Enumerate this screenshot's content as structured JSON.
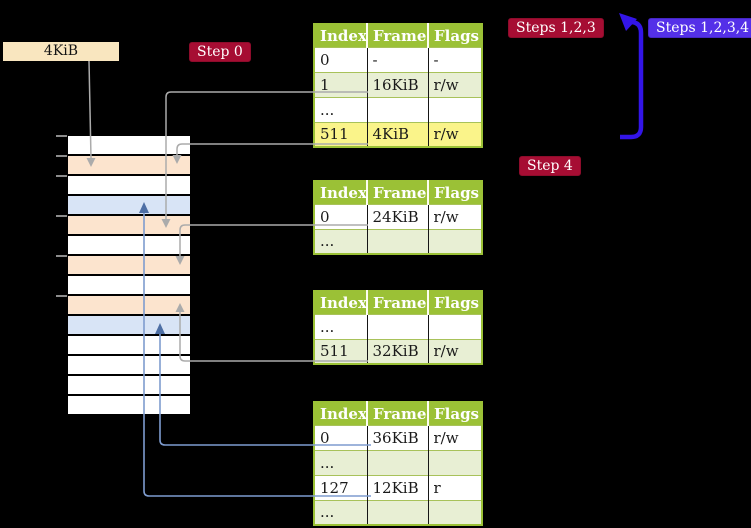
{
  "colors": {
    "background": "#000000",
    "table_header_green": "#9bc136",
    "row_green": "#e8efd4",
    "highlight_yellow": "#faf48a",
    "frame_peach": "#fce4ce",
    "frame_blue": "#d8e4f6",
    "legend_tan": "#f9e6bf",
    "step_red": "#a60d33",
    "step_blue": "#5430e8",
    "connector_gray": "#ababab",
    "connector_steel_blue": "#7e9ccf",
    "loop_arrow_blue": "#3315e8"
  },
  "legend": {
    "frame_size_label": "4KiB"
  },
  "steps": {
    "step0": "Step 0",
    "steps123": "Steps 1,2,3",
    "steps1234": "Steps 1,2,3,4",
    "step4": "Step 4"
  },
  "memory_strip": {
    "rows": [
      {
        "shade": "white"
      },
      {
        "shade": "peach"
      },
      {
        "shade": "white"
      },
      {
        "shade": "blue"
      },
      {
        "shade": "peach"
      },
      {
        "shade": "white"
      },
      {
        "shade": "peach"
      },
      {
        "shade": "white"
      },
      {
        "shade": "peach"
      },
      {
        "shade": "blue"
      },
      {
        "shade": "white"
      },
      {
        "shade": "white"
      },
      {
        "shade": "white"
      },
      {
        "shade": "white"
      }
    ]
  },
  "tables": [
    {
      "name": "page-table-1",
      "headers": [
        "Index",
        "Frame",
        "Flags"
      ],
      "rows": [
        {
          "shade": "white",
          "cells": [
            "0",
            "-",
            "-"
          ]
        },
        {
          "shade": "green",
          "cells": [
            "1",
            "16KiB",
            "r/w"
          ]
        },
        {
          "shade": "white",
          "cells": [
            "...",
            "",
            ""
          ]
        },
        {
          "shade": "yellow",
          "cells": [
            "511",
            "4KiB",
            "r/w"
          ]
        }
      ]
    },
    {
      "name": "page-table-2",
      "headers": [
        "Index",
        "Frame",
        "Flags"
      ],
      "rows": [
        {
          "shade": "white",
          "cells": [
            "0",
            "24KiB",
            "r/w"
          ]
        },
        {
          "shade": "green",
          "cells": [
            "...",
            "",
            ""
          ]
        }
      ]
    },
    {
      "name": "page-table-3",
      "headers": [
        "Index",
        "Frame",
        "Flags"
      ],
      "rows": [
        {
          "shade": "white",
          "cells": [
            "...",
            "",
            ""
          ]
        },
        {
          "shade": "green",
          "cells": [
            "511",
            "32KiB",
            "r/w"
          ]
        }
      ]
    },
    {
      "name": "page-table-4",
      "headers": [
        "Index",
        "Frame",
        "Flags"
      ],
      "rows": [
        {
          "shade": "white",
          "cells": [
            "0",
            "36KiB",
            "r/w"
          ]
        },
        {
          "shade": "green",
          "cells": [
            "...",
            "",
            ""
          ]
        },
        {
          "shade": "white",
          "cells": [
            "127",
            "12KiB",
            "r"
          ]
        },
        {
          "shade": "green",
          "cells": [
            "...",
            "",
            ""
          ]
        }
      ]
    }
  ]
}
